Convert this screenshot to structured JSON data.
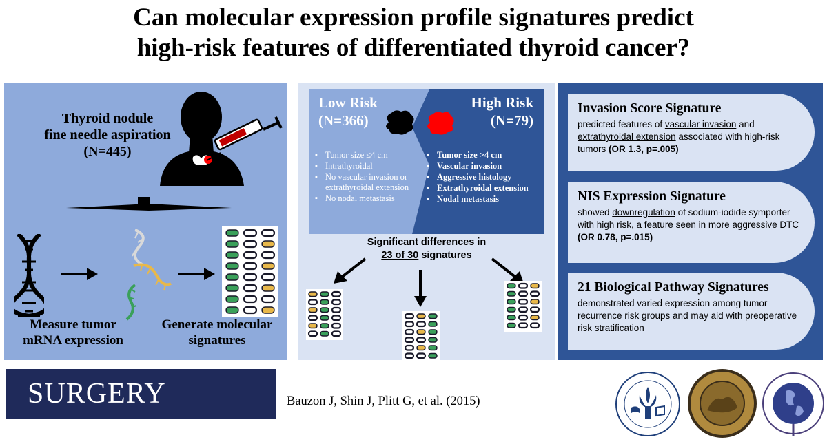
{
  "title": {
    "line1": "Can molecular expression profile signatures predict",
    "line2": "high-risk features of differentiated thyroid cancer?"
  },
  "left": {
    "fna_line1": "Thyroid nodule",
    "fna_line2": "fine needle aspiration",
    "fna_line3": "(N=445)",
    "measure_line1": "Measure tumor",
    "measure_line2": "mRNA expression",
    "generate_line1": "Generate molecular",
    "generate_line2": "signatures",
    "icons": [
      "person-silhouette-icon",
      "syringe-icon",
      "thyroid-icon",
      "dna-helix-icon",
      "rna-strands-icon",
      "signature-grid-icon",
      "arrow-right-icon"
    ]
  },
  "middle": {
    "low_risk_title": "Low Risk",
    "low_risk_n": "(N=366)",
    "low_risk_items": [
      "Tumor size ≤4 cm",
      "Intrathyroidal",
      "No vascular invasion or extrathyroidal extension",
      "No nodal metastasis"
    ],
    "high_risk_title": "High Risk",
    "high_risk_n": "(N=79)",
    "high_risk_items": [
      "Tumor size >4 cm",
      "Vascular invasion",
      "Aggressive histology",
      "Extrathyroidal extension",
      "Nodal metastasis"
    ],
    "sig_line1": "Significant differences in",
    "sig_count": "23 of 30",
    "sig_rest": " signatures",
    "colors": {
      "low_box": "#8eaadb",
      "high_box": "#2f5597",
      "low_blob": "#000000",
      "high_blob": "#ff0000"
    }
  },
  "right": {
    "cards": [
      {
        "title": "Invasion Score Signature",
        "t1": "predicted features of ",
        "u1": "vascular invasion",
        "t2": " and ",
        "u2": "extrathyroidal extension",
        "t3": " associated with high-risk tumors ",
        "b": "(OR 1.3, p=.005)"
      },
      {
        "title": "NIS Expression Signature",
        "t1": "showed ",
        "u1": "downregulation",
        "t2": " of sodium-iodide symporter with high risk, a feature seen in more aggressive DTC ",
        "b": "(OR 0.78, p=.015)"
      },
      {
        "title": "21 Biological Pathway Signatures",
        "body": "demonstrated varied expression among tumor recurrence risk groups and may aid with preoperative risk stratification"
      }
    ]
  },
  "footer": {
    "journal": "SURGERY",
    "citation": "Bauzon J, Shin J, Plitt G, et al. (2015)",
    "logos": [
      "society-of-university-surgeons-seal-icon",
      "central-surgical-association-seal-icon",
      "american-association-of-endocrine-surgeons-seal-icon"
    ],
    "colors": {
      "journal_box": "#1f2a5a"
    }
  },
  "palette": {
    "signature_pill_green": "#3aa05a",
    "signature_pill_yellow": "#e8b84a",
    "signature_pill_dark": "#1a1a2a"
  }
}
